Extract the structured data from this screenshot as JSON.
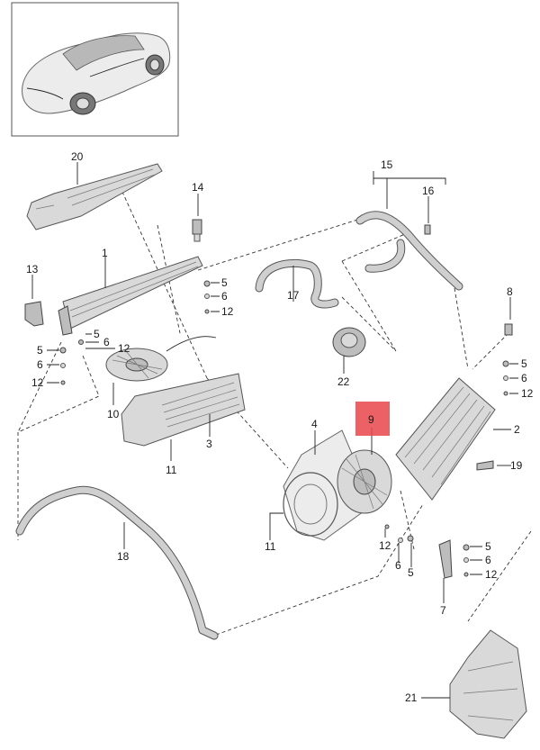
{
  "diagram": {
    "callouts": [
      "20",
      "15",
      "16",
      "14",
      "13",
      "1",
      "17",
      "8",
      "5",
      "6",
      "12",
      "5",
      "6",
      "12",
      "5",
      "6",
      "12",
      "10",
      "3",
      "22",
      "5",
      "6",
      "12",
      "11",
      "4",
      "9",
      "2",
      "19",
      "11",
      "12",
      "6",
      "5",
      "5",
      "6",
      "12",
      "18",
      "7",
      "21"
    ],
    "highlighted_callout": "9",
    "highlight_color": "#e8454a"
  }
}
